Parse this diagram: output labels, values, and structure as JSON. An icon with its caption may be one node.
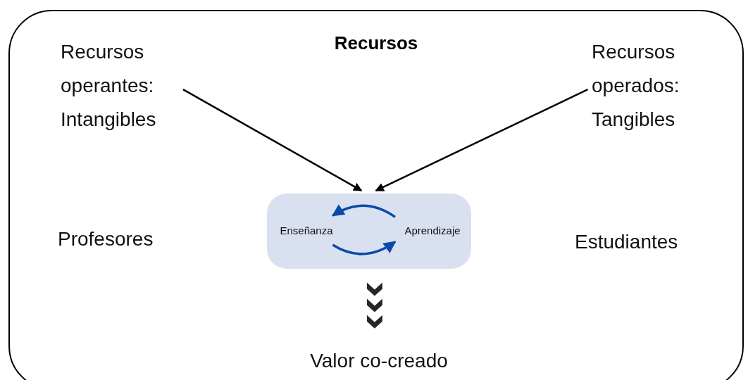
{
  "diagram": {
    "nodes": [
      {
        "text": [
          "Recursos"
        ]
      },
      {
        "text": [
          "Recursos operantes: Intangibles"
        ],
        "in": 0
      },
      {
        "text": [
          "Recursos operados: Tangibles"
        ],
        "in": 0
      },
      {
        "text": [],
        "shape": "box",
        "in": 0
      },
      {
        "text": [
          "Enseñanza"
        ],
        "in": 3
      },
      {
        "text": [
          "Aprendizaje"
        ],
        "in": 3
      },
      {
        "text": [
          "Profesores"
        ],
        "in": 0
      },
      {
        "text": [
          "Estudiantes"
        ],
        "in": 0
      },
      {
        "text": [
          "Valor co-creado"
        ],
        "in": 0
      }
    ],
    "edges": [
      {
        "from": 1,
        "to": 3,
        "arrow": "to"
      },
      {
        "from": 2,
        "to": 3,
        "arrow": "to"
      },
      {
        "from": 5,
        "to": 4,
        "arrow": "to",
        "color": "#0b4aa8"
      },
      {
        "from": 4,
        "to": 5,
        "arrow": "to",
        "color": "#0b4aa8"
      },
      {
        "from": 3,
        "to": 8,
        "arrow": "to",
        "style": "thick"
      }
    ]
  }
}
